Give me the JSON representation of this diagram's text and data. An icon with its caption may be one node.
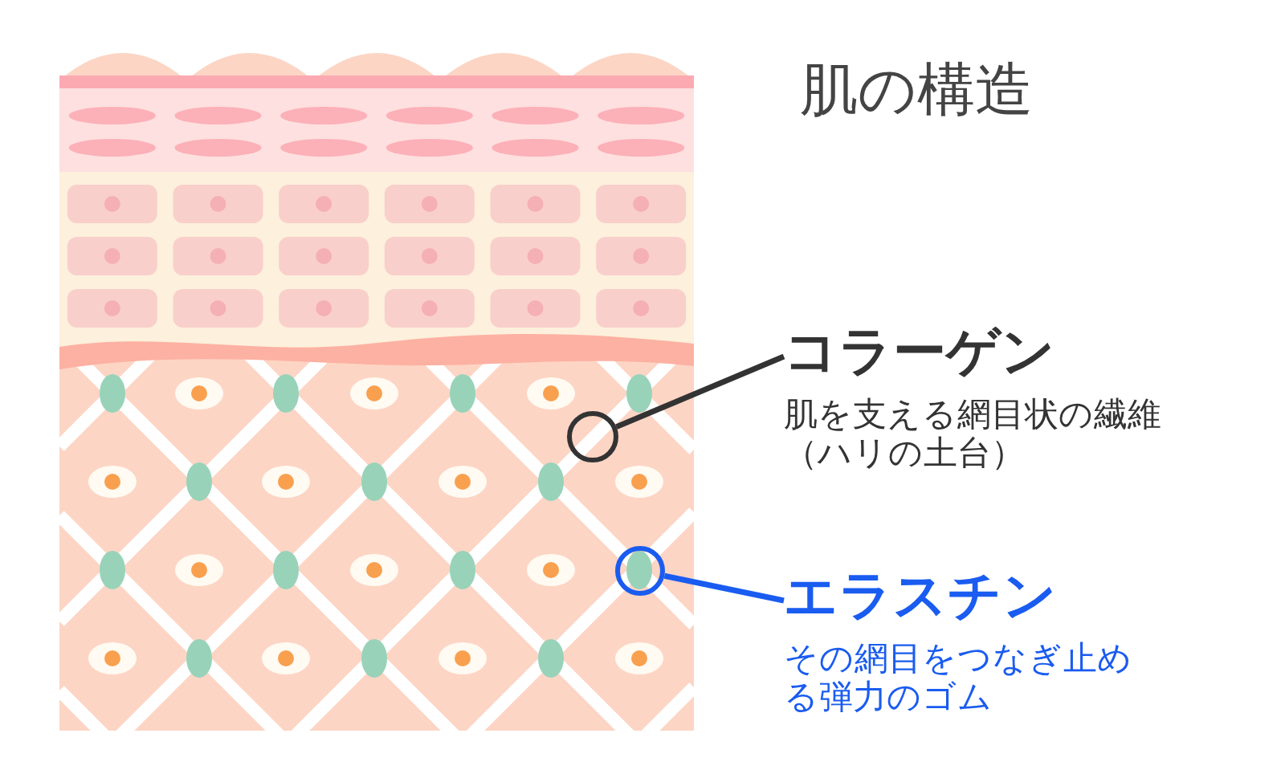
{
  "diagram": {
    "title": "肌の構造",
    "nodes": [
      {
        "text": [
          "コラーゲン",
          "肌を支える網目状の繊維（ハリの土台）"
        ]
      },
      {
        "text": [],
        "shape": "circle"
      },
      {
        "text": [
          "エラスチン",
          "その網目をつなぎ止める弾力のゴム"
        ]
      },
      {
        "text": [],
        "shape": "circle"
      }
    ],
    "edges": [
      {
        "from": 0,
        "to": 1,
        "arrow": "none"
      },
      {
        "from": 2,
        "to": 3,
        "arrow": "none",
        "color": "#1a5cf0"
      }
    ]
  }
}
